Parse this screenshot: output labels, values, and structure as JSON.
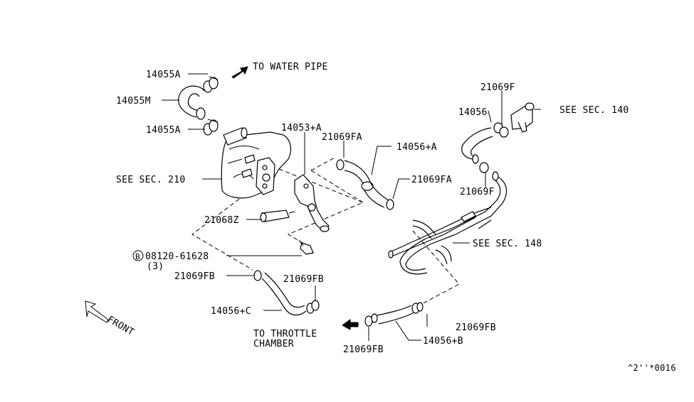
{
  "labels": {
    "hose_14055A_top": "14055A",
    "hose_14055M": "14055M",
    "hose_14055A_bottom": "14055A",
    "to_water_pipe": "TO WATER PIPE",
    "part_14053A": "14053+A",
    "clamp_21069FA_left": "21069FA",
    "hose_14056A": "14056+A",
    "clamp_21069F_top": "21069F",
    "hose_14056": "14056",
    "see_sec_140": "SEE SEC. 140",
    "see_sec_210": "SEE SEC. 210",
    "clamp_21069FA_right": "21069FA",
    "clamp_21069F_right": "21069F",
    "part_21068Z": "21068Z",
    "see_sec_148": "SEE SEC. 148",
    "bolt_circle_letter": "B",
    "bolt_part": "08120-61628",
    "bolt_qty": "(3)",
    "clamp_21069FB_left": "21069FB",
    "clamp_21069FB_center": "21069FB",
    "hose_14056C": "14056+C",
    "to_throttle_line1": "TO THROTTLE",
    "to_throttle_line2": "CHAMBER",
    "clamp_21069FB_bottom": "21069FB",
    "clamp_21069FB_right": "21069FB",
    "hose_14056B": "14056+B",
    "front": "FRONT",
    "diagram_code": "^2''*0016"
  },
  "icons": {
    "arrow_water_pipe": "arrow-icon",
    "arrow_throttle": "arrow-icon",
    "arrow_front": "front-arrow-icon"
  },
  "colors": {
    "line": "#000000",
    "background": "#ffffff"
  }
}
